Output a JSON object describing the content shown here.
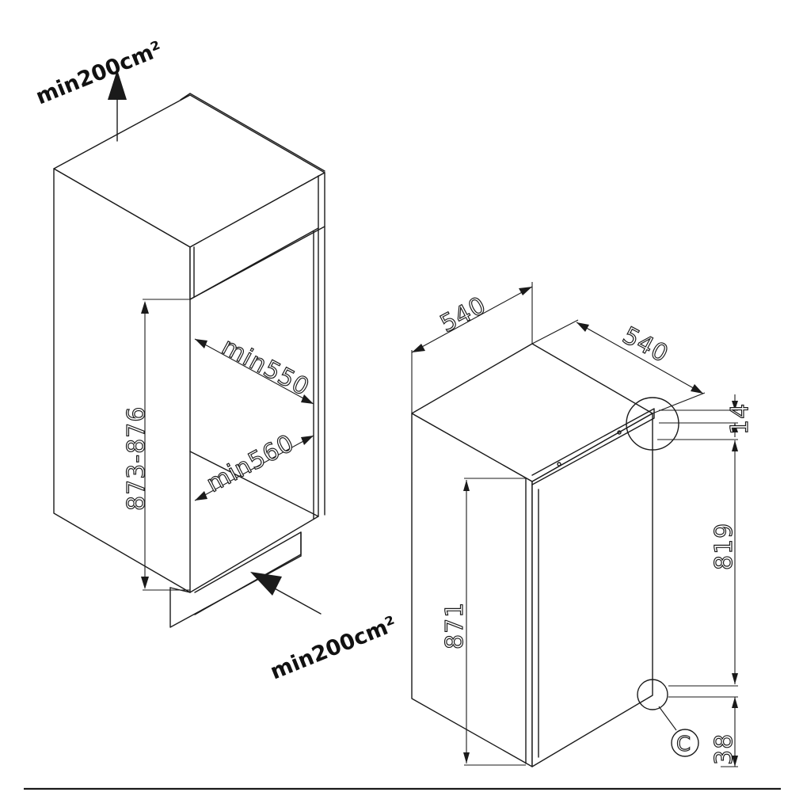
{
  "left_figure": {
    "airflow_top": "min200cm²",
    "airflow_bottom": "min200cm²",
    "niche_height": "873-876",
    "niche_depth": "min550",
    "niche_width": "min560"
  },
  "right_figure": {
    "depth": "540",
    "width": "540",
    "top_gap": "14",
    "door_height": "819",
    "height": "871",
    "bottom_gap": "38",
    "detail_label": "C"
  }
}
